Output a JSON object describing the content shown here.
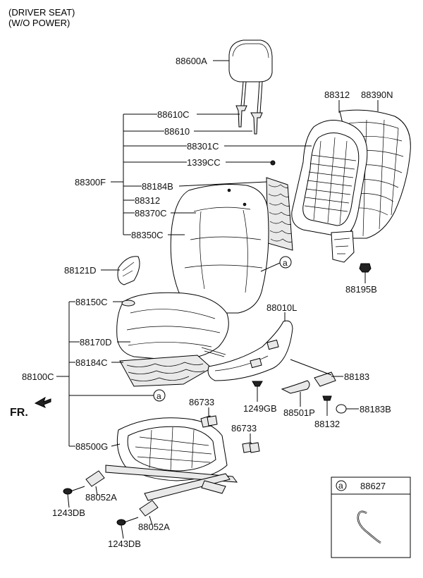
{
  "header": {
    "line1": "(DRIVER SEAT)",
    "line2": "(W/O POWER)"
  },
  "front_marker": "FR.",
  "callout_symbol": "a",
  "inset": {
    "symbol": "a",
    "part": "88627"
  },
  "labels": {
    "headrest": "88600A",
    "guide_a": "88610C",
    "guide_b": "88610",
    "back_frame": "88301C",
    "clip": "1339CC",
    "back_assy": "88300F",
    "back_pad_spring": "88184B",
    "back_lever": "88312",
    "back_cover": "88370C",
    "back_pad": "88350C",
    "rear_board_lever": "88312",
    "rear_board": "88390N",
    "back_bolt": "88195B",
    "knob": "88121D",
    "cush_cover": "88150C",
    "cush_pad": "88170D",
    "cush_spring": "88184C",
    "cush_assy": "88100C",
    "cush_frame": "88500G",
    "side_shield": "88010L",
    "side_cover": "88183",
    "side_screw": "1249GB",
    "lever": "88501P",
    "lever_screw": "88132",
    "cap": "88183B",
    "bracket_a": "86733",
    "bracket_b": "86733",
    "rail_cover_a": "88052A",
    "rail_bolt_a": "1243DB",
    "rail_cover_b": "88052A",
    "rail_bolt_b": "1243DB"
  }
}
